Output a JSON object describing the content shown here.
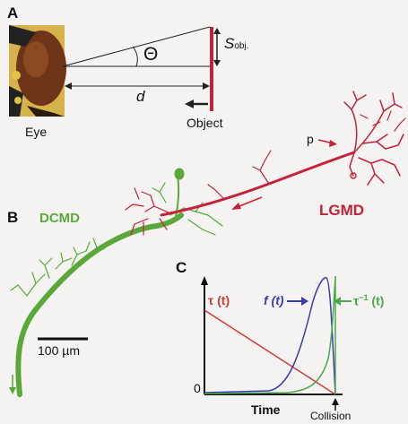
{
  "panel_a": {
    "panel_label": "A",
    "theta_label": "Θ",
    "size_label": "S",
    "size_subscript": "obj.",
    "distance_label": "d",
    "eye_label": "Eye",
    "object_label": "Object"
  },
  "panel_b": {
    "panel_label": "B",
    "dcmd_label": "DCMD",
    "lgmd_label": "LGMD",
    "p_label": "p",
    "scale_label": "100 µm"
  },
  "panel_c": {
    "panel_label": "C",
    "tau_label": "τ (t)",
    "f_label": "f (t)",
    "inv_tau_label": "τ",
    "inv_tau_sup": "−1",
    "inv_tau_arg": " (t)",
    "zero_label": "0",
    "time_label": "Time",
    "collision_label": "Collision"
  },
  "colors": {
    "lgmd": "#c2223a",
    "dcmd": "#5aa83a",
    "tau_curve": "#d23a3a",
    "f_curve": "#3a3ab0",
    "inv_tau_curve": "#4aa84a"
  }
}
